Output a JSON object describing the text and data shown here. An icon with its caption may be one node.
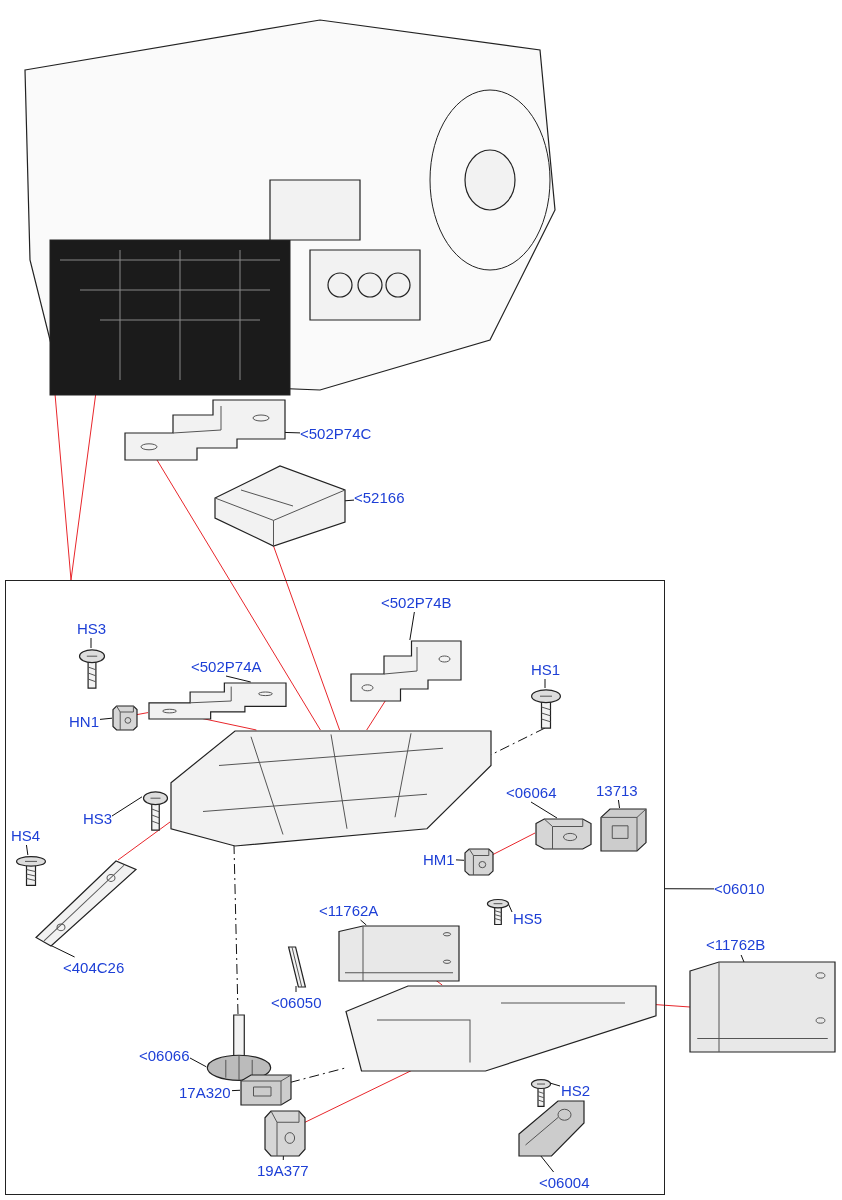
{
  "diagram": {
    "nodes": [
      {
        "text": [],
        "shape": "picture"
      },
      {
        "text": [],
        "shape": "picture"
      },
      {
        "text": [],
        "shape": "picture"
      },
      {
        "text": [
          "<502P74C"
        ]
      },
      {
        "text": [
          "<52166"
        ]
      },
      {
        "text": [],
        "shape": "box"
      },
      {
        "text": [
          "<502P74B"
        ],
        "in": 5
      },
      {
        "text": [],
        "shape": "picture",
        "in": 5
      },
      {
        "text": [
          "HS3"
        ],
        "in": 5
      },
      {
        "text": [],
        "shape": "picture",
        "in": 5
      },
      {
        "text": [
          "<502P74A"
        ],
        "in": 5
      },
      {
        "text": [],
        "shape": "picture",
        "in": 5
      },
      {
        "text": [
          "HN1"
        ],
        "in": 5
      },
      {
        "text": [],
        "shape": "picture",
        "in": 5
      },
      {
        "text": [
          "HS1"
        ],
        "in": 5
      },
      {
        "text": [],
        "shape": "picture",
        "in": 5
      },
      {
        "text": [],
        "shape": "picture",
        "in": 5
      },
      {
        "text": [
          "HS3"
        ],
        "in": 5
      },
      {
        "text": [],
        "shape": "picture",
        "in": 5
      },
      {
        "text": [
          "<06064"
        ],
        "in": 5
      },
      {
        "text": [],
        "shape": "picture",
        "in": 5
      },
      {
        "text": [
          "13713"
        ],
        "in": 5
      },
      {
        "text": [],
        "shape": "picture",
        "in": 5
      },
      {
        "text": [
          "HS4"
        ],
        "in": 5
      },
      {
        "text": [],
        "shape": "picture",
        "in": 5
      },
      {
        "text": [
          "HM1"
        ],
        "in": 5
      },
      {
        "text": [],
        "shape": "picture",
        "in": 5
      },
      {
        "text": [],
        "shape": "picture",
        "in": 5
      },
      {
        "text": [
          "<404C26"
        ],
        "in": 5
      },
      {
        "text": [
          "HS5"
        ],
        "in": 5
      },
      {
        "text": [],
        "shape": "picture",
        "in": 5
      },
      {
        "text": [
          "<11762A"
        ],
        "in": 5
      },
      {
        "text": [],
        "shape": "picture",
        "in": 5
      },
      {
        "text": [],
        "shape": "picture",
        "in": 5
      },
      {
        "text": [
          "<06050"
        ],
        "in": 5
      },
      {
        "text": [],
        "shape": "picture",
        "in": 5
      },
      {
        "text": [
          "<06066"
        ],
        "in": 5
      },
      {
        "text": [],
        "shape": "picture",
        "in": 5
      },
      {
        "text": [
          "17A320"
        ],
        "in": 5
      },
      {
        "text": [],
        "shape": "picture",
        "in": 5
      },
      {
        "text": [
          "HS2"
        ],
        "in": 5
      },
      {
        "text": [],
        "shape": "picture",
        "in": 5
      },
      {
        "text": [],
        "shape": "picture",
        "in": 5
      },
      {
        "text": [
          "19A377"
        ],
        "in": 5
      },
      {
        "text": [],
        "shape": "picture",
        "in": 5
      },
      {
        "text": [
          "<06004"
        ],
        "in": 5
      },
      {
        "text": [
          "<06010"
        ]
      },
      {
        "text": [
          "<11762B"
        ]
      },
      {
        "text": [],
        "shape": "picture"
      }
    ],
    "edges": [
      {
        "from": 3,
        "to": 2,
        "arrow": "none"
      },
      {
        "from": 4,
        "to": 1,
        "arrow": "none"
      },
      {
        "from": 6,
        "to": 7,
        "arrow": "none"
      },
      {
        "from": 8,
        "to": 9,
        "arrow": "none"
      },
      {
        "from": 10,
        "to": 11,
        "arrow": "none"
      },
      {
        "from": 12,
        "to": 13,
        "arrow": "none"
      },
      {
        "from": 14,
        "to": 15,
        "arrow": "none"
      },
      {
        "from": 17,
        "to": 18,
        "arrow": "none"
      },
      {
        "from": 19,
        "to": 20,
        "arrow": "none"
      },
      {
        "from": 21,
        "to": 22,
        "arrow": "none"
      },
      {
        "from": 23,
        "to": 24,
        "arrow": "none"
      },
      {
        "from": 25,
        "to": 26,
        "arrow": "none"
      },
      {
        "from": 28,
        "to": 27,
        "arrow": "none"
      },
      {
        "from": 29,
        "to": 30,
        "arrow": "none"
      },
      {
        "from": 31,
        "to": 32,
        "arrow": "none"
      },
      {
        "from": 34,
        "to": 33,
        "arrow": "none"
      },
      {
        "from": 36,
        "to": 35,
        "arrow": "none"
      },
      {
        "from": 38,
        "to": 39,
        "arrow": "none"
      },
      {
        "from": 40,
        "to": 41,
        "arrow": "none"
      },
      {
        "from": 43,
        "to": 42,
        "arrow": "none"
      },
      {
        "from": 45,
        "to": 44,
        "arrow": "none"
      },
      {
        "from": 46,
        "to": 5,
        "arrow": "none"
      },
      {
        "from": 47,
        "to": 48,
        "arrow": "none"
      },
      {
        "from": 0,
        "to": 5,
        "arrow": "none",
        "color": "#e8262b"
      },
      {
        "from": 0,
        "to": 5,
        "arrow": "none",
        "color": "#e8262b"
      },
      {
        "from": 1,
        "to": 16,
        "arrow": "none",
        "color": "#e8262b"
      },
      {
        "from": 2,
        "to": 16,
        "arrow": "none",
        "color": "#e8262b"
      },
      {
        "from": 7,
        "to": 16,
        "arrow": "none",
        "color": "#e8262b"
      },
      {
        "from": 11,
        "to": 16,
        "arrow": "none",
        "color": "#e8262b"
      },
      {
        "from": 13,
        "to": 11,
        "arrow": "none",
        "color": "#e8262b"
      },
      {
        "from": 27,
        "to": 16,
        "arrow": "none",
        "color": "#e8262b"
      },
      {
        "from": 26,
        "to": 20,
        "arrow": "none",
        "color": "#e8262b"
      },
      {
        "from": 32,
        "to": 37,
        "arrow": "none",
        "color": "#e8262b"
      },
      {
        "from": 48,
        "to": 37,
        "arrow": "none",
        "color": "#e8262b"
      },
      {
        "from": 42,
        "to": 37,
        "arrow": "none",
        "color": "#e8262b"
      },
      {
        "from": 15,
        "to": 16,
        "arrow": "none",
        "style": "dashed"
      },
      {
        "from": 35,
        "to": 16,
        "arrow": "none",
        "style": "dashed"
      },
      {
        "from": 39,
        "to": 37,
        "arrow": "none",
        "style": "dashed"
      }
    ]
  }
}
